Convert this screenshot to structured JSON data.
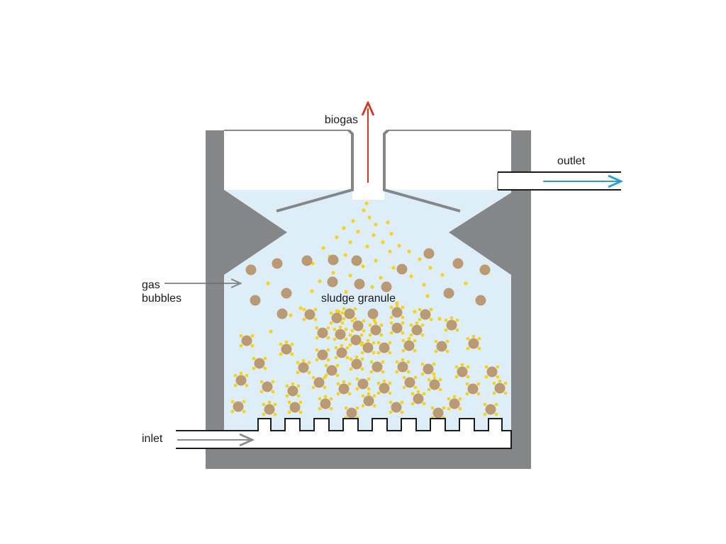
{
  "labels": {
    "biogas": "biogas",
    "outlet": "outlet",
    "gas_line1": "gas",
    "gas_line2": "bubbles",
    "sludge": "sludge granule",
    "inlet": "inlet"
  },
  "colors": {
    "wall": "#858688",
    "liquid": "#deeef8",
    "granule": "#b99a72",
    "bubble": "#f5d31c",
    "biogas_arrow": "#e0301e",
    "outlet_arrow": "#2a9ad8",
    "inlet_arrow": "#8a8a8a",
    "line": "#1a1a1a"
  }
}
